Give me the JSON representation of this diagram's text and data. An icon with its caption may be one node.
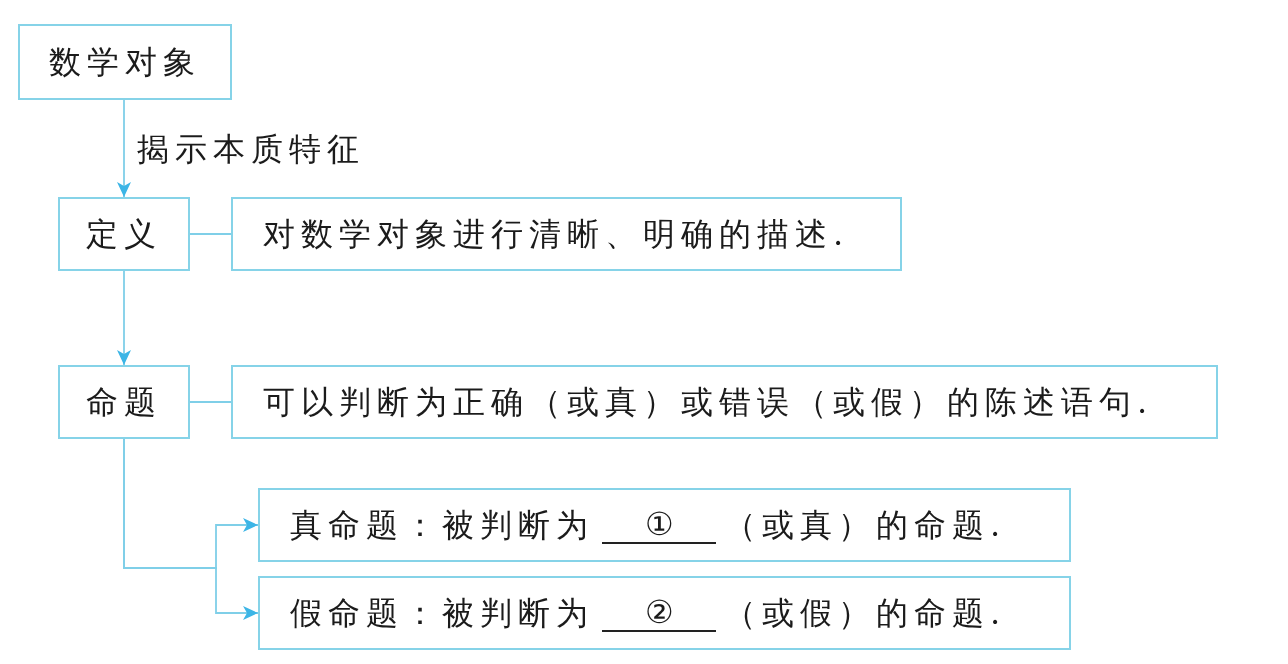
{
  "diagram": {
    "nodes": [
      {
        "text": [
          "数学对象"
        ]
      },
      {
        "text": [
          "定义"
        ]
      },
      {
        "text": [
          "对数学对象进行清晰、明确的描述."
        ]
      },
      {
        "text": [
          "命题"
        ]
      },
      {
        "text": [
          "可以判断为正确（或真）或错误（或假）的陈述语句."
        ]
      },
      {
        "text": [
          "真命题：被判断为",
          "①",
          "（或真）的命题."
        ]
      },
      {
        "text": [
          "假命题：被判断为",
          "②",
          "（或假）的命题."
        ]
      }
    ],
    "edges": [
      {
        "from": 0,
        "to": 1,
        "arrow": "to",
        "label": "揭示本质特征"
      },
      {
        "from": 1,
        "to": 2,
        "arrow": "none"
      },
      {
        "from": 1,
        "to": 3,
        "arrow": "to"
      },
      {
        "from": 3,
        "to": 4,
        "arrow": "none"
      },
      {
        "from": 3,
        "to": 5,
        "arrow": "to"
      },
      {
        "from": 3,
        "to": 6,
        "arrow": "to"
      }
    ]
  }
}
